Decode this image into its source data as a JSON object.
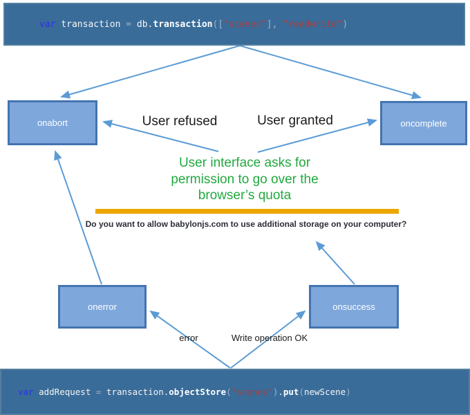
{
  "top_code": {
    "segments": [
      {
        "text": "var",
        "style": "keyword"
      },
      {
        "text": " transaction ",
        "style": "plain"
      },
      {
        "text": "=",
        "style": "punct"
      },
      {
        "text": " db",
        "style": "plain"
      },
      {
        "text": ".",
        "style": "plain"
      },
      {
        "text": "transaction",
        "style": "method"
      },
      {
        "text": "([",
        "style": "punct"
      },
      {
        "text": "\"scenes\"",
        "style": "string"
      },
      {
        "text": "],",
        "style": "punct"
      },
      {
        "text": " ",
        "style": "plain"
      },
      {
        "text": "\"readwrite\"",
        "style": "string"
      },
      {
        "text": ")",
        "style": "punct"
      }
    ]
  },
  "bottom_code": {
    "segments": [
      {
        "text": "var",
        "style": "keyword"
      },
      {
        "text": " addRequest ",
        "style": "plain"
      },
      {
        "text": "=",
        "style": "punct"
      },
      {
        "text": " transaction",
        "style": "plain"
      },
      {
        "text": ".",
        "style": "plain"
      },
      {
        "text": "objectStore",
        "style": "method"
      },
      {
        "text": "(",
        "style": "punct"
      },
      {
        "text": "\"scenes\"",
        "style": "string"
      },
      {
        "text": ")",
        "style": "punct"
      },
      {
        "text": ".",
        "style": "plain"
      },
      {
        "text": "put",
        "style": "method"
      },
      {
        "text": "(",
        "style": "punct"
      },
      {
        "text": "newScene",
        "style": "plain"
      },
      {
        "text": ")",
        "style": "punct"
      }
    ]
  },
  "boxes": {
    "onabort": {
      "label": "onabort"
    },
    "oncomplete": {
      "label": "oncomplete"
    },
    "onerror": {
      "label": "onerror"
    },
    "onsuccess": {
      "label": "onsuccess"
    }
  },
  "labels": {
    "user_refused": "User refused",
    "user_granted": "User granted",
    "error": "error",
    "write_ok": "Write operation OK"
  },
  "green_note": {
    "lines": [
      "User interface asks for",
      "permission to go over the",
      "browser’s quota"
    ]
  },
  "prompt": {
    "text": "Do you want to allow babylonjs.com to use additional storage on your computer?"
  },
  "colors": {
    "code_bar_background": "#3A6C99",
    "code_keyword": "#2E2EF0",
    "code_string": "#A63F3F",
    "code_plain": "#F5F5F5",
    "box_fill": "#7EA7DC",
    "box_border": "#4474B0",
    "arrow_blue": "#5B9BD5",
    "note_green": "#21A93F",
    "quota_bar_orange": "#EDA600",
    "label_black": "#1A1A1A",
    "prompt_dark": "#2B2E38"
  }
}
